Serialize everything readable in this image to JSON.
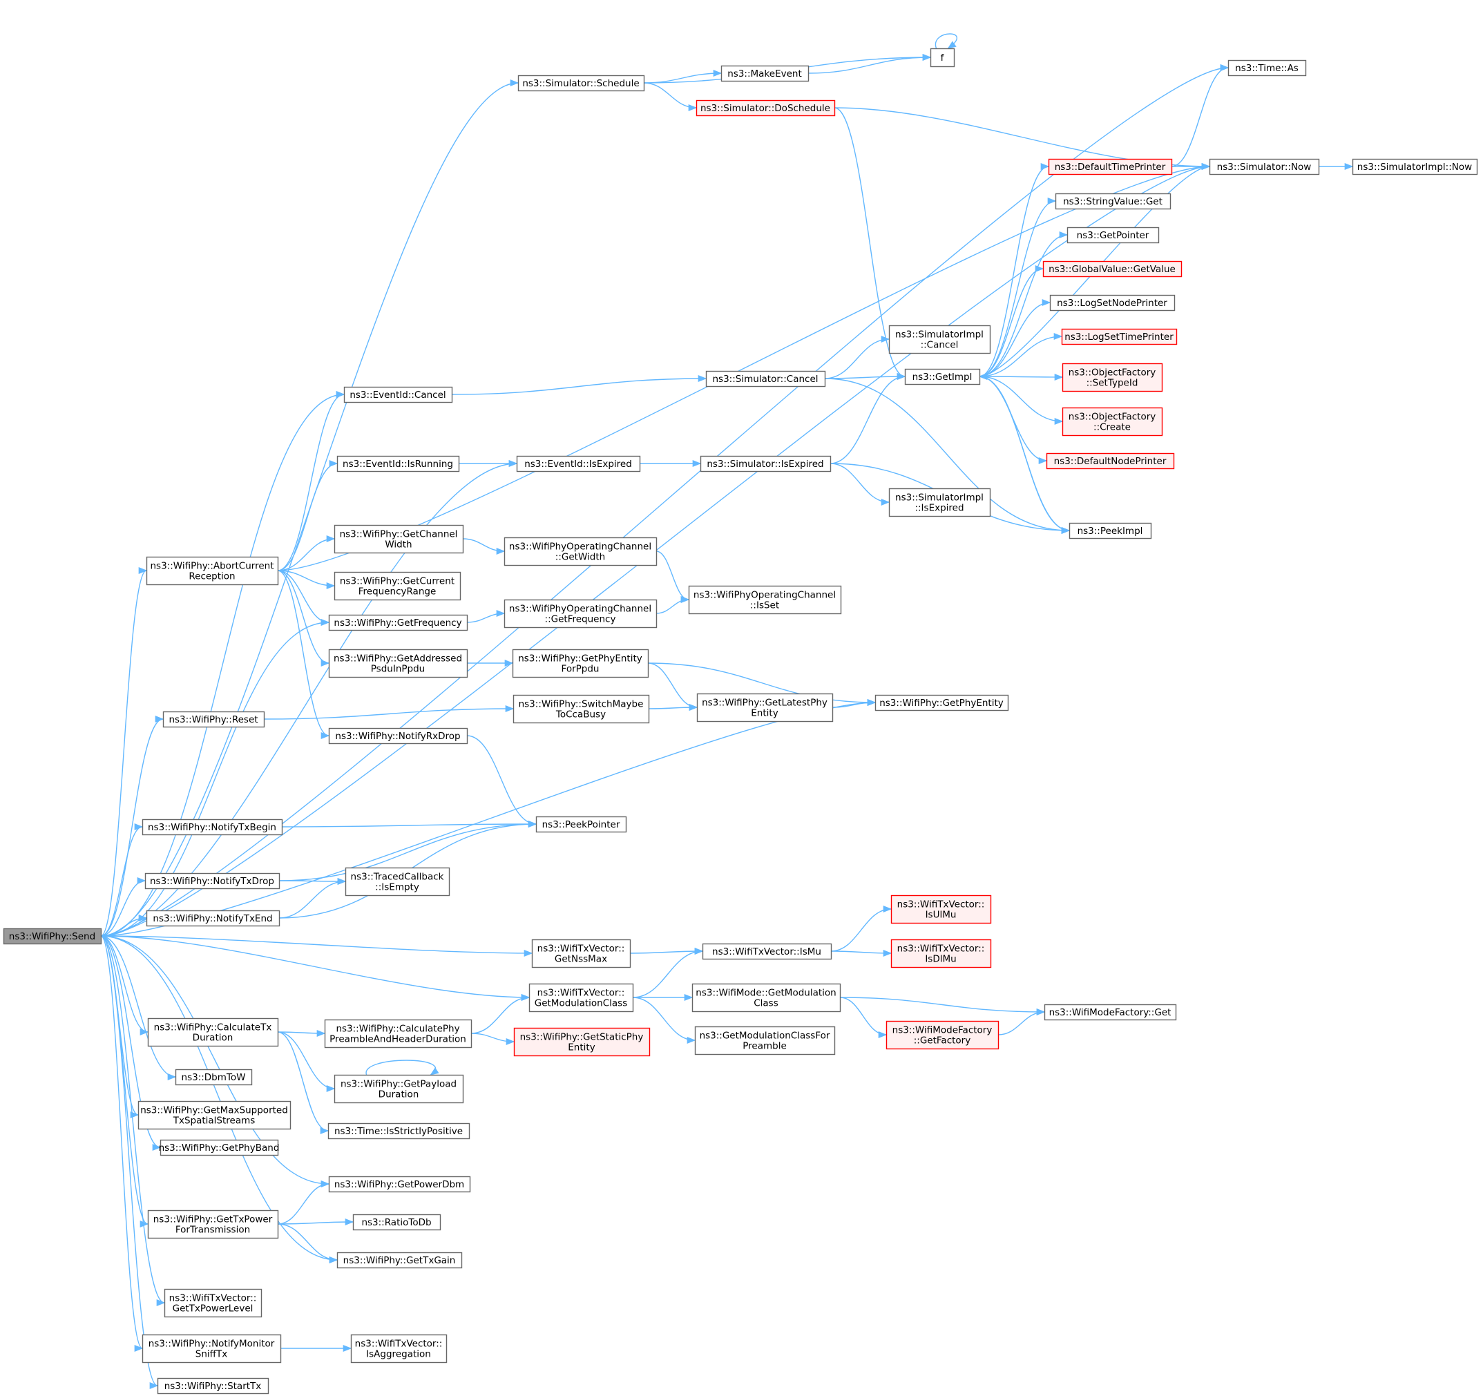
{
  "graph": {
    "title": "",
    "colors": {
      "edge": "#63b8ff",
      "node_border": "#666666",
      "node_fill": "#ffffff",
      "root_fill": "#999999",
      "truncated_border": "#ff0000",
      "truncated_fill": "#fff0f0",
      "text": "#000000"
    },
    "nodes": [
      {
        "id": "send",
        "lines": [
          "ns3::WifiPhy::Send"
        ],
        "style": "root"
      },
      {
        "id": "time_as",
        "lines": [
          "ns3::Time::As"
        ],
        "style": "normal"
      },
      {
        "id": "f",
        "lines": [
          "f"
        ],
        "style": "normal"
      },
      {
        "id": "sched",
        "lines": [
          "ns3::Simulator::Schedule"
        ],
        "style": "normal"
      },
      {
        "id": "makeev",
        "lines": [
          "ns3::MakeEvent"
        ],
        "style": "normal"
      },
      {
        "id": "dosched",
        "lines": [
          "ns3::Simulator::DoSchedule"
        ],
        "style": "truncated"
      },
      {
        "id": "deftp",
        "lines": [
          "ns3::DefaultTimePrinter"
        ],
        "style": "truncated"
      },
      {
        "id": "simnow",
        "lines": [
          "ns3::Simulator::Now"
        ],
        "style": "normal"
      },
      {
        "id": "implnow",
        "lines": [
          "ns3::SimulatorImpl::Now"
        ],
        "style": "normal"
      },
      {
        "id": "strget",
        "lines": [
          "ns3::StringValue::Get"
        ],
        "style": "normal"
      },
      {
        "id": "getptr",
        "lines": [
          "ns3::GetPointer"
        ],
        "style": "normal"
      },
      {
        "id": "gvget",
        "lines": [
          "ns3::GlobalValue::GetValue"
        ],
        "style": "truncated"
      },
      {
        "id": "logsnp",
        "lines": [
          "ns3::LogSetNodePrinter"
        ],
        "style": "normal"
      },
      {
        "id": "logstp",
        "lines": [
          "ns3::LogSetTimePrinter"
        ],
        "style": "truncated"
      },
      {
        "id": "ofsti",
        "lines": [
          "ns3::ObjectFactory",
          "::SetTypeId"
        ],
        "style": "truncated"
      },
      {
        "id": "ofcr",
        "lines": [
          "ns3::ObjectFactory",
          "::Create"
        ],
        "style": "truncated"
      },
      {
        "id": "defnp",
        "lines": [
          "ns3::DefaultNodePrinter"
        ],
        "style": "truncated"
      },
      {
        "id": "peekimpl",
        "lines": [
          "ns3::PeekImpl"
        ],
        "style": "normal"
      },
      {
        "id": "implcancel",
        "lines": [
          "ns3::SimulatorImpl",
          "::Cancel"
        ],
        "style": "normal"
      },
      {
        "id": "getimpl",
        "lines": [
          "ns3::GetImpl"
        ],
        "style": "normal"
      },
      {
        "id": "simcancel",
        "lines": [
          "ns3::Simulator::Cancel"
        ],
        "style": "normal"
      },
      {
        "id": "evcancel",
        "lines": [
          "ns3::EventId::Cancel"
        ],
        "style": "normal"
      },
      {
        "id": "evrunning",
        "lines": [
          "ns3::EventId::IsRunning"
        ],
        "style": "normal"
      },
      {
        "id": "evexpired",
        "lines": [
          "ns3::EventId::IsExpired"
        ],
        "style": "normal"
      },
      {
        "id": "simexpired",
        "lines": [
          "ns3::Simulator::IsExpired"
        ],
        "style": "normal"
      },
      {
        "id": "implexpired",
        "lines": [
          "ns3::SimulatorImpl",
          "::IsExpired"
        ],
        "style": "normal"
      },
      {
        "id": "abort",
        "lines": [
          "ns3::WifiPhy::AbortCurrent",
          "Reception"
        ],
        "style": "normal"
      },
      {
        "id": "getchw",
        "lines": [
          "ns3::WifiPhy::GetChannel",
          "Width"
        ],
        "style": "normal"
      },
      {
        "id": "getcfr",
        "lines": [
          "ns3::WifiPhy::GetCurrent",
          "FrequencyRange"
        ],
        "style": "normal"
      },
      {
        "id": "wpocgw",
        "lines": [
          "ns3::WifiPhyOperatingChannel",
          "::GetWidth"
        ],
        "style": "normal"
      },
      {
        "id": "wpocisset",
        "lines": [
          "ns3::WifiPhyOperatingChannel",
          "::IsSet"
        ],
        "style": "normal"
      },
      {
        "id": "getfreq",
        "lines": [
          "ns3::WifiPhy::GetFrequency"
        ],
        "style": "normal"
      },
      {
        "id": "wpocgf",
        "lines": [
          "ns3::WifiPhyOperatingChannel",
          "::GetFrequency"
        ],
        "style": "normal"
      },
      {
        "id": "getapsdu",
        "lines": [
          "ns3::WifiPhy::GetAddressed",
          "PsduInPpdu"
        ],
        "style": "normal"
      },
      {
        "id": "getpefp",
        "lines": [
          "ns3::WifiPhy::GetPhyEntity",
          "ForPpdu"
        ],
        "style": "normal"
      },
      {
        "id": "getlpe",
        "lines": [
          "ns3::WifiPhy::GetLatestPhy",
          "Entity"
        ],
        "style": "normal"
      },
      {
        "id": "getpe",
        "lines": [
          "ns3::WifiPhy::GetPhyEntity"
        ],
        "style": "normal"
      },
      {
        "id": "reset",
        "lines": [
          "ns3::WifiPhy::Reset"
        ],
        "style": "normal"
      },
      {
        "id": "switchcca",
        "lines": [
          "ns3::WifiPhy::SwitchMaybe",
          "ToCcaBusy"
        ],
        "style": "normal"
      },
      {
        "id": "nrxdrop",
        "lines": [
          "ns3::WifiPhy::NotifyRxDrop"
        ],
        "style": "normal"
      },
      {
        "id": "ntxbegin",
        "lines": [
          "ns3::WifiPhy::NotifyTxBegin"
        ],
        "style": "normal"
      },
      {
        "id": "peekptr",
        "lines": [
          "ns3::PeekPointer"
        ],
        "style": "normal"
      },
      {
        "id": "ntxdrop",
        "lines": [
          "ns3::WifiPhy::NotifyTxDrop"
        ],
        "style": "normal"
      },
      {
        "id": "tcbempty",
        "lines": [
          "ns3::TracedCallback",
          "::IsEmpty"
        ],
        "style": "normal"
      },
      {
        "id": "ntxend",
        "lines": [
          "ns3::WifiPhy::NotifyTxEnd"
        ],
        "style": "normal"
      },
      {
        "id": "isulmu",
        "lines": [
          "ns3::WifiTxVector::",
          "IsUlMu"
        ],
        "style": "truncated"
      },
      {
        "id": "isdlmu",
        "lines": [
          "ns3::WifiTxVector::",
          "IsDlMu"
        ],
        "style": "truncated"
      },
      {
        "id": "getnss",
        "lines": [
          "ns3::WifiTxVector::",
          "GetNssMax"
        ],
        "style": "normal"
      },
      {
        "id": "ismu",
        "lines": [
          "ns3::WifiTxVector::IsMu"
        ],
        "style": "normal"
      },
      {
        "id": "txgetmc",
        "lines": [
          "ns3::WifiTxVector::",
          "GetModulationClass"
        ],
        "style": "normal"
      },
      {
        "id": "modegetmc",
        "lines": [
          "ns3::WifiMode::GetModulation",
          "Class"
        ],
        "style": "normal"
      },
      {
        "id": "wmfget",
        "lines": [
          "ns3::WifiModeFactory::Get"
        ],
        "style": "normal"
      },
      {
        "id": "wmfgetf",
        "lines": [
          "ns3::WifiModeFactory",
          "::GetFactory"
        ],
        "style": "truncated"
      },
      {
        "id": "getmcfp",
        "lines": [
          "ns3::GetModulationClassFor",
          "Preamble"
        ],
        "style": "normal"
      },
      {
        "id": "calctx",
        "lines": [
          "ns3::WifiPhy::CalculateTx",
          "Duration"
        ],
        "style": "normal"
      },
      {
        "id": "calcpre",
        "lines": [
          "ns3::WifiPhy::CalculatePhy",
          "PreambleAndHeaderDuration"
        ],
        "style": "normal"
      },
      {
        "id": "getspe",
        "lines": [
          "ns3::WifiPhy::GetStaticPhy",
          "Entity"
        ],
        "style": "truncated"
      },
      {
        "id": "dbmtow",
        "lines": [
          "ns3::DbmToW"
        ],
        "style": "normal"
      },
      {
        "id": "getpayload",
        "lines": [
          "ns3::WifiPhy::GetPayload",
          "Duration"
        ],
        "style": "normal"
      },
      {
        "id": "getmaxss",
        "lines": [
          "ns3::WifiPhy::GetMaxSupported",
          "TxSpatialStreams"
        ],
        "style": "normal"
      },
      {
        "id": "isstrict",
        "lines": [
          "ns3::Time::IsStrictlyPositive"
        ],
        "style": "normal"
      },
      {
        "id": "getband",
        "lines": [
          "ns3::WifiPhy::GetPhyBand"
        ],
        "style": "normal"
      },
      {
        "id": "getpowerdbm",
        "lines": [
          "ns3::WifiPhy::GetPowerDbm"
        ],
        "style": "normal"
      },
      {
        "id": "gettxpft",
        "lines": [
          "ns3::WifiPhy::GetTxPower",
          "ForTransmission"
        ],
        "style": "normal"
      },
      {
        "id": "ratiotodb",
        "lines": [
          "ns3::RatioToDb"
        ],
        "style": "normal"
      },
      {
        "id": "gettxgain",
        "lines": [
          "ns3::WifiPhy::GetTxGain"
        ],
        "style": "normal"
      },
      {
        "id": "gettxpl",
        "lines": [
          "ns3::WifiTxVector::",
          "GetTxPowerLevel"
        ],
        "style": "normal"
      },
      {
        "id": "nmonsniff",
        "lines": [
          "ns3::WifiPhy::NotifyMonitor",
          "SniffTx"
        ],
        "style": "normal"
      },
      {
        "id": "isaggr",
        "lines": [
          "ns3::WifiTxVector::",
          "IsAggregation"
        ],
        "style": "normal"
      },
      {
        "id": "starttx",
        "lines": [
          "ns3::WifiPhy::StartTx"
        ],
        "style": "normal"
      }
    ],
    "edges": [
      [
        "send",
        "time_as"
      ],
      [
        "send",
        "sched"
      ],
      [
        "send",
        "simnow"
      ],
      [
        "send",
        "evcancel"
      ],
      [
        "send",
        "evexpired"
      ],
      [
        "send",
        "abort"
      ],
      [
        "send",
        "getfreq"
      ],
      [
        "send",
        "reset"
      ],
      [
        "send",
        "getpe"
      ],
      [
        "send",
        "ntxbegin"
      ],
      [
        "send",
        "ntxdrop"
      ],
      [
        "send",
        "ntxend"
      ],
      [
        "send",
        "getnss"
      ],
      [
        "send",
        "txgetmc"
      ],
      [
        "send",
        "calctx"
      ],
      [
        "send",
        "dbmtow"
      ],
      [
        "send",
        "getmaxss"
      ],
      [
        "send",
        "getband"
      ],
      [
        "send",
        "getpowerdbm"
      ],
      [
        "send",
        "gettxpft"
      ],
      [
        "send",
        "gettxgain"
      ],
      [
        "send",
        "gettxpl"
      ],
      [
        "send",
        "nmonsniff"
      ],
      [
        "send",
        "starttx"
      ],
      [
        "sched",
        "f"
      ],
      [
        "sched",
        "makeev"
      ],
      [
        "sched",
        "dosched"
      ],
      [
        "makeev",
        "f"
      ],
      [
        "f",
        "f"
      ],
      [
        "dosched",
        "simnow"
      ],
      [
        "dosched",
        "getimpl"
      ],
      [
        "deftp",
        "time_as"
      ],
      [
        "deftp",
        "simnow"
      ],
      [
        "simnow",
        "implnow"
      ],
      [
        "simnow",
        "getimpl"
      ],
      [
        "getimpl",
        "deftp"
      ],
      [
        "getimpl",
        "strget"
      ],
      [
        "getimpl",
        "getptr"
      ],
      [
        "getimpl",
        "gvget"
      ],
      [
        "getimpl",
        "logsnp"
      ],
      [
        "getimpl",
        "logstp"
      ],
      [
        "getimpl",
        "ofsti"
      ],
      [
        "getimpl",
        "ofcr"
      ],
      [
        "getimpl",
        "defnp"
      ],
      [
        "getimpl",
        "peekimpl"
      ],
      [
        "peekimpl",
        "getimpl"
      ],
      [
        "evcancel",
        "simcancel"
      ],
      [
        "simcancel",
        "implcancel"
      ],
      [
        "simcancel",
        "getimpl"
      ],
      [
        "simcancel",
        "peekimpl"
      ],
      [
        "evrunning",
        "evexpired"
      ],
      [
        "evexpired",
        "simexpired"
      ],
      [
        "simexpired",
        "getimpl"
      ],
      [
        "simexpired",
        "implexpired"
      ],
      [
        "simexpired",
        "peekimpl"
      ],
      [
        "abort",
        "evcancel"
      ],
      [
        "abort",
        "evrunning"
      ],
      [
        "abort",
        "getchw"
      ],
      [
        "abort",
        "getcfr"
      ],
      [
        "abort",
        "getfreq"
      ],
      [
        "abort",
        "getapsdu"
      ],
      [
        "abort",
        "nrxdrop"
      ],
      [
        "abort",
        "simnow"
      ],
      [
        "getchw",
        "wpocgw"
      ],
      [
        "wpocgw",
        "wpocisset"
      ],
      [
        "getfreq",
        "wpocgf"
      ],
      [
        "wpocgf",
        "wpocisset"
      ],
      [
        "getapsdu",
        "getpefp"
      ],
      [
        "getpefp",
        "getlpe"
      ],
      [
        "getpefp",
        "getpe"
      ],
      [
        "getlpe",
        "getpe"
      ],
      [
        "reset",
        "switchcca"
      ],
      [
        "switchcca",
        "getlpe"
      ],
      [
        "nrxdrop",
        "peekptr"
      ],
      [
        "ntxbegin",
        "peekptr"
      ],
      [
        "ntxdrop",
        "peekptr"
      ],
      [
        "ntxdrop",
        "tcbempty"
      ],
      [
        "ntxend",
        "tcbempty"
      ],
      [
        "ntxend",
        "peekptr"
      ],
      [
        "getnss",
        "ismu"
      ],
      [
        "ismu",
        "isulmu"
      ],
      [
        "ismu",
        "isdlmu"
      ],
      [
        "txgetmc",
        "ismu"
      ],
      [
        "txgetmc",
        "modegetmc"
      ],
      [
        "txgetmc",
        "getmcfp"
      ],
      [
        "modegetmc",
        "wmfget"
      ],
      [
        "modegetmc",
        "wmfgetf"
      ],
      [
        "wmfgetf",
        "wmfget"
      ],
      [
        "calctx",
        "calcpre"
      ],
      [
        "calctx",
        "getpayload"
      ],
      [
        "calctx",
        "isstrict"
      ],
      [
        "calcpre",
        "txgetmc"
      ],
      [
        "calcpre",
        "getspe"
      ],
      [
        "getpayload",
        "getpayload"
      ],
      [
        "gettxpft",
        "getpowerdbm"
      ],
      [
        "gettxpft",
        "ratiotodb"
      ],
      [
        "gettxpft",
        "gettxgain"
      ],
      [
        "nmonsniff",
        "isaggr"
      ]
    ]
  }
}
